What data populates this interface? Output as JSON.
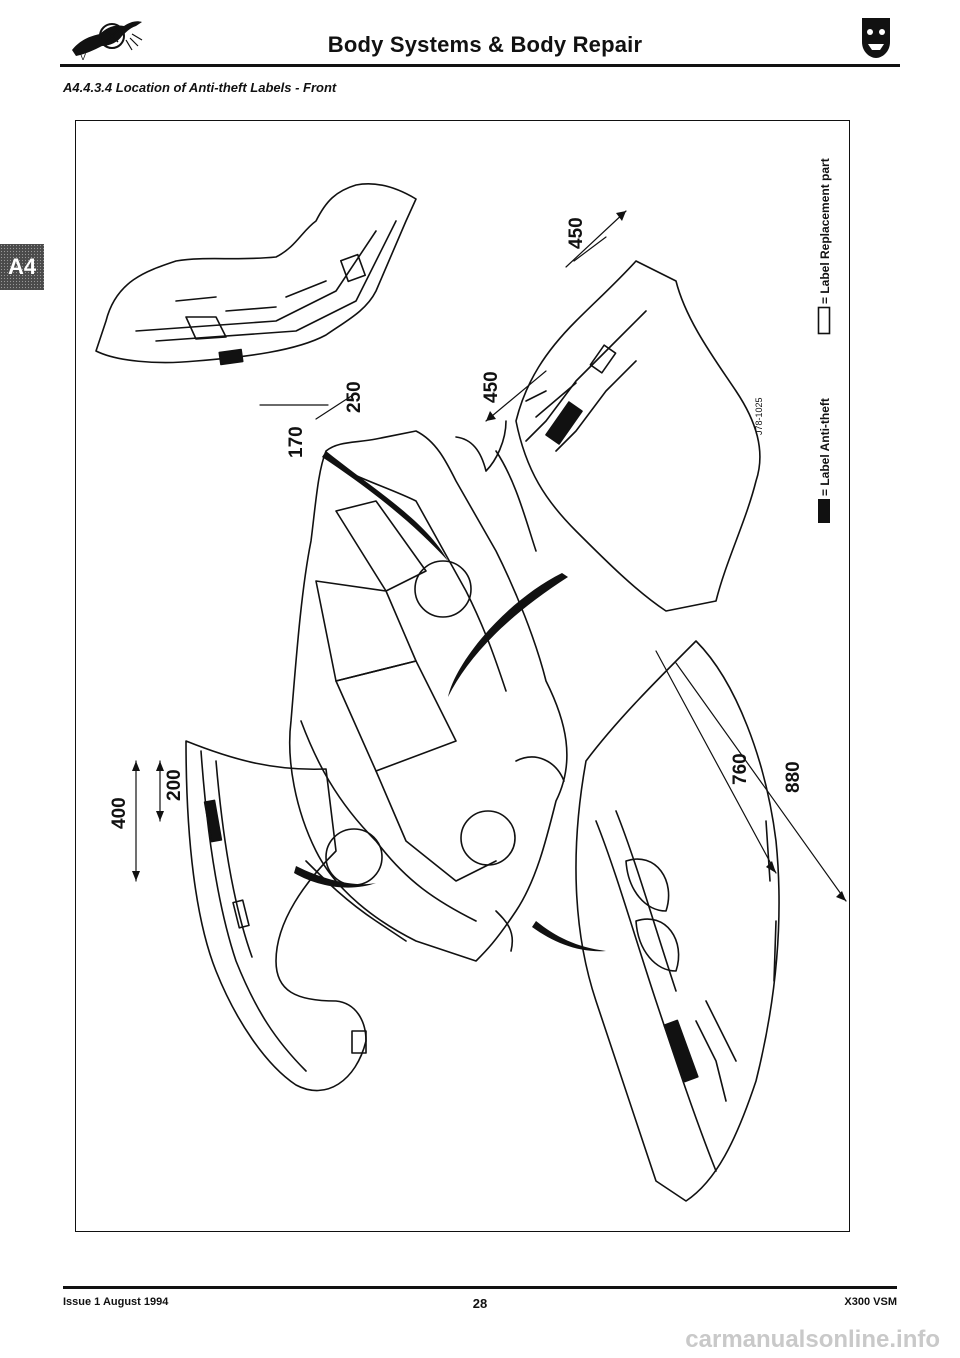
{
  "header": {
    "title": "Body Systems & Body Repair",
    "logo_left_icon": "jaguar-leaping-cat-icon",
    "logo_right_icon": "jaguar-growler-badge-icon"
  },
  "side_tab": {
    "label": "A4"
  },
  "section": {
    "title": "A4.4.3.4  Location of Anti-theft Labels - Front"
  },
  "legend": {
    "anti_theft": "= Label Anti-theft",
    "replacement": "= Label Replacement part"
  },
  "dimensions": {
    "bonnet_upper": "450",
    "bonnet_lower": "450",
    "door_side_a": "250",
    "door_side_b": "170",
    "wing_short": "200",
    "wing_long": "400",
    "bumper_short": "760",
    "bumper_long": "880"
  },
  "figure_ref": "J78-1025",
  "footer": {
    "issue": "Issue 1 August 1994",
    "page": "28",
    "manual": "X300 VSM"
  },
  "watermark": "carmanualsonline.info",
  "colors": {
    "ink": "#111111",
    "tab": "#3a3a3a"
  }
}
